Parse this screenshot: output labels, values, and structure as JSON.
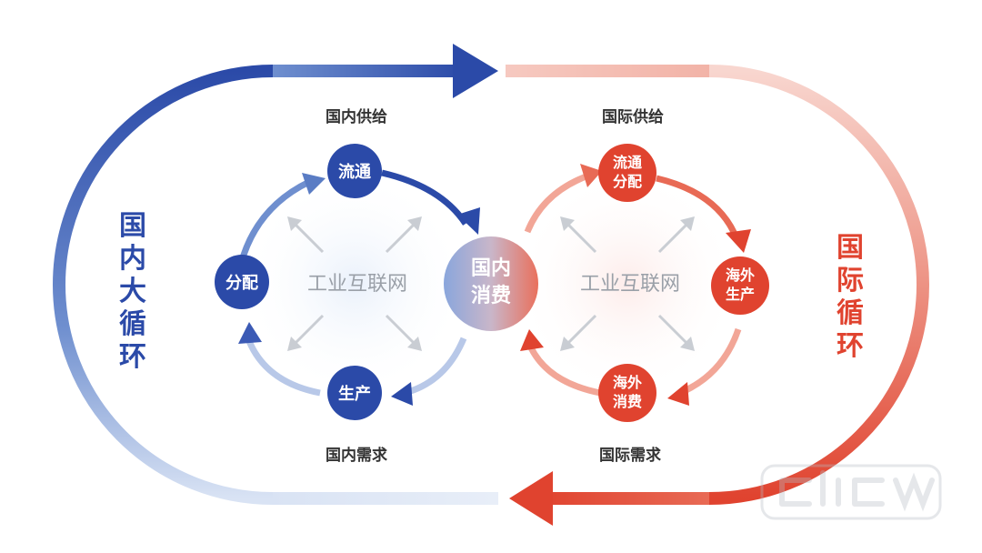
{
  "colors": {
    "blue": "#2b4aa8",
    "red": "#e0432f",
    "light_blue": "#cfdbef",
    "light_red": "#f6cfc7",
    "label_gray": "#333333"
  },
  "outer_left_label": [
    "国",
    "内",
    "大",
    "循",
    "环"
  ],
  "outer_right_label": [
    "国",
    "际",
    "循",
    "环"
  ],
  "domestic": {
    "supply_label": "国内供给",
    "demand_label": "国内需求",
    "center_label": "工业互联网",
    "nodes": {
      "top": [
        "流通"
      ],
      "left": [
        "分配"
      ],
      "bottom": [
        "生产"
      ]
    }
  },
  "international": {
    "supply_label": "国际供给",
    "demand_label": "国际需求",
    "center_label": "工业互联网",
    "nodes": {
      "top": [
        "流通",
        "分配"
      ],
      "right": [
        "海外",
        "生产"
      ],
      "bottom": [
        "海外",
        "消费"
      ]
    }
  },
  "hub": [
    "国内",
    "消费"
  ]
}
